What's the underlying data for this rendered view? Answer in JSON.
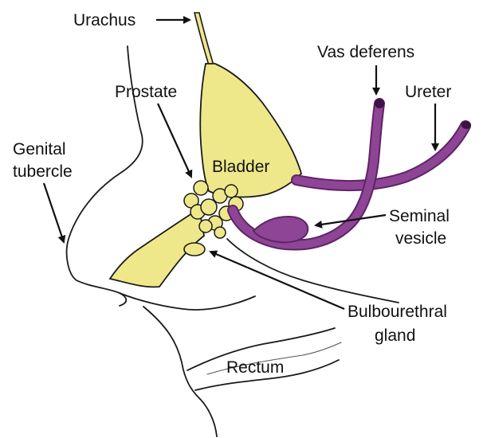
{
  "colors": {
    "background": "#ffffff",
    "bladder_fill": "#efe88a",
    "duct_fill": "#8e4596",
    "duct_dark": "#5e2466",
    "outline": "#1a1a1a",
    "label": "#111111"
  },
  "labels": {
    "urachus": "Urachus",
    "prostate": "Prostate",
    "genital_tubercle_line1": "Genital",
    "genital_tubercle_line2": "tubercle",
    "vas_deferens": "Vas deferens",
    "ureter": "Ureter",
    "bladder": "Bladder",
    "seminal_vesicle_line1": "Seminal",
    "seminal_vesicle_line2": "vesicle",
    "bulbourethral_line1": "Bulbourethral",
    "bulbourethral_line2": "gland",
    "rectum": "Rectum"
  }
}
